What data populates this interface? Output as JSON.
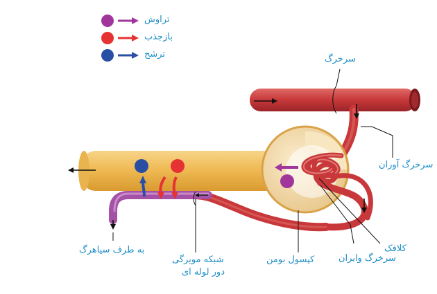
{
  "legend": [
    {
      "label": "تراوش",
      "color": "#a0359c"
    },
    {
      "label": "بازجذب",
      "color": "#e53232"
    },
    {
      "label": "ترشح",
      "color": "#284fa3"
    }
  ],
  "labels": {
    "artery": "سرخرگ",
    "afferent": "سرخرگ آوران",
    "glomerulus": "کلافک",
    "efferent": "سرخرگ وابران",
    "bowman": "کپسول بومن",
    "capillary_line1": "شبکه مویرگی",
    "capillary_line2": "دور لوله ای",
    "vein": "به طرف سیاهرگ"
  },
  "colors": {
    "artery": "#c8383a",
    "artery_dark": "#8f1f22",
    "tubule": "#f0bb55",
    "capsule": "#f3ddb0",
    "vein": "#a451a6",
    "label": "#1f8fc7"
  }
}
